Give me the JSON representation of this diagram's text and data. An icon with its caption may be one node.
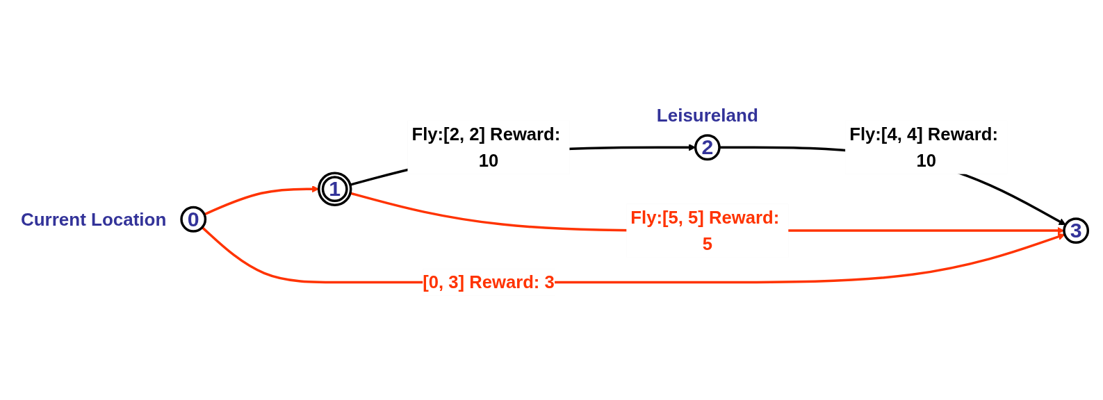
{
  "diagram": {
    "nodes": [
      {
        "text": [
          "0"
        ],
        "beside": [
          "Current Location"
        ]
      },
      {
        "text": [
          "1"
        ]
      },
      {
        "text": [
          "2"
        ],
        "beside": [
          "Leisureland"
        ]
      },
      {
        "text": [
          "3"
        ]
      }
    ],
    "edges": [
      {
        "from": 0,
        "to": 1,
        "arrow": "to"
      },
      {
        "from": 1,
        "to": 2,
        "arrow": "to",
        "label": "Fly:[2, 2] Reward: 10",
        "color": "#000000"
      },
      {
        "from": 2,
        "to": 3,
        "arrow": "to",
        "label": "Fly:[4, 4] Reward: 10",
        "color": "#000000"
      },
      {
        "from": 1,
        "to": 3,
        "arrow": "to",
        "label": "Fly:[5, 5] Reward: 5"
      },
      {
        "from": 0,
        "to": 3,
        "arrow": "to",
        "label": "[0, 3] Reward: 3"
      }
    ]
  }
}
